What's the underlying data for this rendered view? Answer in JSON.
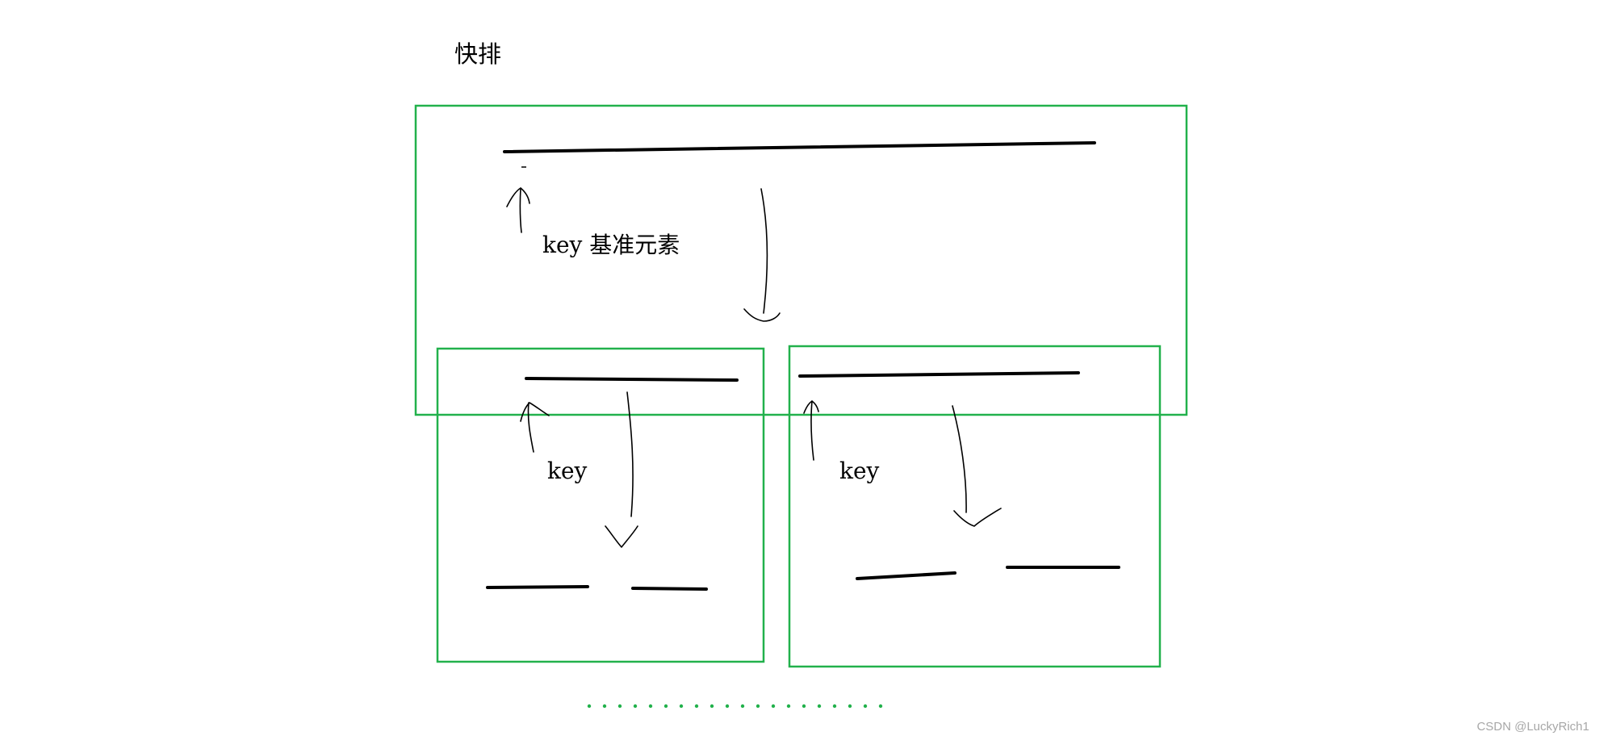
{
  "title": "快排",
  "labels": {
    "key_top": "key 基准元素",
    "key_left": "key",
    "key_right": "key"
  },
  "watermark": "CSDN @LuckyRich1",
  "colors": {
    "box": "#22b14c",
    "ink": "#000000",
    "watermark": "#a7a7a7"
  }
}
